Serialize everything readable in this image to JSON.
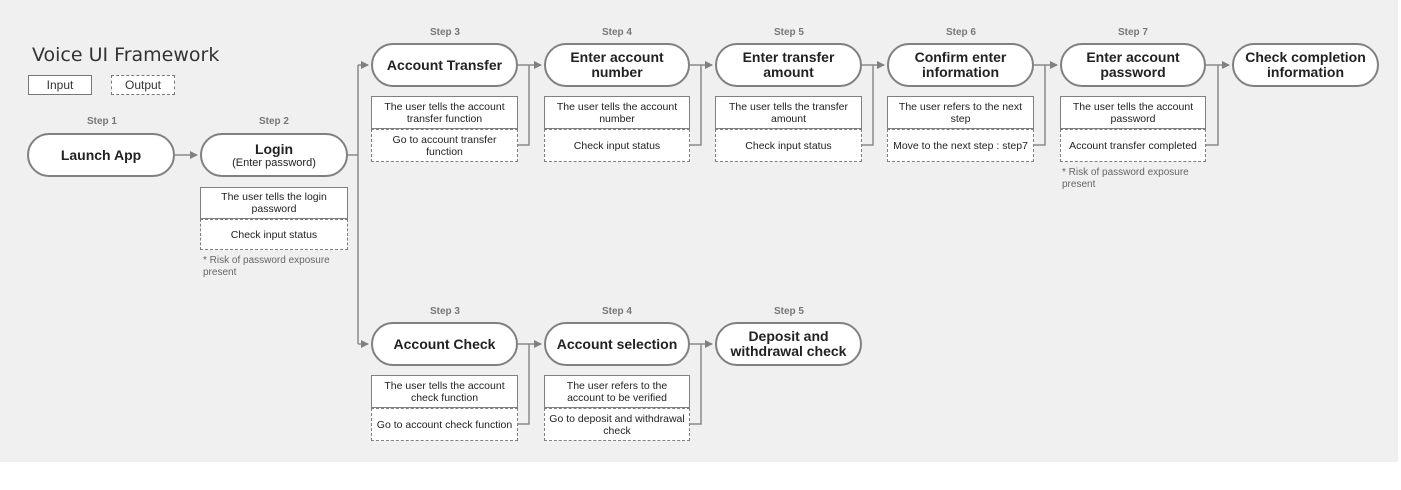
{
  "title": "Voice UI Framework",
  "legend": {
    "input": "Input",
    "output": "Output"
  },
  "steps": {
    "s1": "Step 1",
    "s2": "Step 2",
    "t3": "Step 3",
    "t4": "Step 4",
    "t5": "Step 5",
    "t6": "Step 6",
    "t7": "Step 7",
    "b3": "Step 3",
    "b4": "Step 4",
    "b5": "Step 5"
  },
  "nodes": {
    "launch": "Launch App",
    "login": "Login",
    "login_sub": "(Enter password)",
    "transfer": "Account Transfer",
    "enter_account": "Enter account number",
    "enter_amount": "Enter transfer amount",
    "confirm": "Confirm enter information",
    "enter_password": "Enter account password",
    "check_completion": "Check completion information",
    "account_check": "Account Check",
    "account_selection": "Account selection",
    "deposit_check": "Deposit and withdrawal check"
  },
  "boxes": {
    "login_in": "The user tells the login password",
    "login_out": "Check input status",
    "transfer_in": "The user tells the account transfer function",
    "transfer_out": "Go to account transfer function",
    "account_in": "The user tells the account number",
    "account_out": "Check input status",
    "amount_in": "The user tells the transfer amount",
    "amount_out": "Check input status",
    "confirm_in": "The user refers to the next step",
    "confirm_out": "Move to the next step : step7",
    "password_in": "The user tells the account password",
    "password_out": "Account transfer completed",
    "check_in": "The user tells the account check function",
    "check_out": "Go to account check function",
    "selection_in": "The user refers to the account to be verified",
    "selection_out": "Go to deposit and withdrawal check"
  },
  "notes": {
    "login_note": "* Risk of password exposure present",
    "password_note": "* Risk of password exposure present"
  }
}
